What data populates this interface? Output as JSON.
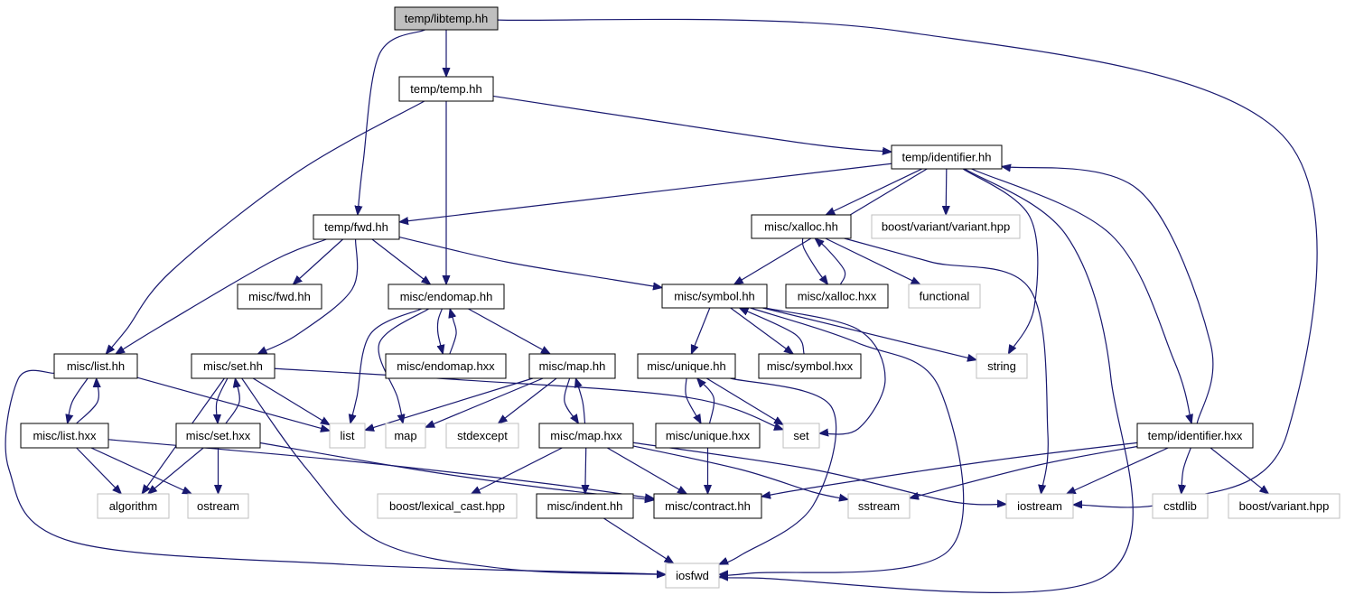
{
  "colors": {
    "edge": "#191970",
    "box_border": "#000000",
    "root_fill": "#bfbfbf",
    "node_fill": "#ffffff",
    "external_border": "#bfbfbf"
  },
  "nodes": [
    {
      "id": "libtemp",
      "label": "temp/libtemp.hh",
      "kind": "root"
    },
    {
      "id": "temp",
      "label": "temp/temp.hh",
      "kind": "file"
    },
    {
      "id": "identifier",
      "label": "temp/identifier.hh",
      "kind": "file"
    },
    {
      "id": "fwd",
      "label": "temp/fwd.hh",
      "kind": "file"
    },
    {
      "id": "xalloc",
      "label": "misc/xalloc.hh",
      "kind": "file"
    },
    {
      "id": "variant",
      "label": "boost/variant/variant.hpp",
      "kind": "external"
    },
    {
      "id": "miscfwd",
      "label": "misc/fwd.hh",
      "kind": "file"
    },
    {
      "id": "endomap",
      "label": "misc/endomap.hh",
      "kind": "file"
    },
    {
      "id": "symbol",
      "label": "misc/symbol.hh",
      "kind": "file"
    },
    {
      "id": "xallochxx",
      "label": "misc/xalloc.hxx",
      "kind": "file"
    },
    {
      "id": "functional",
      "label": "functional",
      "kind": "external"
    },
    {
      "id": "list",
      "label": "misc/list.hh",
      "kind": "file"
    },
    {
      "id": "set",
      "label": "misc/set.hh",
      "kind": "file"
    },
    {
      "id": "endomaphxx",
      "label": "misc/endomap.hxx",
      "kind": "file"
    },
    {
      "id": "map",
      "label": "misc/map.hh",
      "kind": "file"
    },
    {
      "id": "unique",
      "label": "misc/unique.hh",
      "kind": "file"
    },
    {
      "id": "symbolhxx",
      "label": "misc/symbol.hxx",
      "kind": "file"
    },
    {
      "id": "string",
      "label": "string",
      "kind": "external"
    },
    {
      "id": "listhxx",
      "label": "misc/list.hxx",
      "kind": "file"
    },
    {
      "id": "stdlist",
      "label": "list",
      "kind": "external"
    },
    {
      "id": "sethxx",
      "label": "misc/set.hxx",
      "kind": "file"
    },
    {
      "id": "stdmap",
      "label": "map",
      "kind": "external"
    },
    {
      "id": "stdexcept",
      "label": "stdexcept",
      "kind": "external"
    },
    {
      "id": "maphxx",
      "label": "misc/map.hxx",
      "kind": "file"
    },
    {
      "id": "uniquehxx",
      "label": "misc/unique.hxx",
      "kind": "file"
    },
    {
      "id": "stdset",
      "label": "set",
      "kind": "external"
    },
    {
      "id": "identifierhxx",
      "label": "temp/identifier.hxx",
      "kind": "file"
    },
    {
      "id": "algorithm",
      "label": "algorithm",
      "kind": "external"
    },
    {
      "id": "ostream",
      "label": "ostream",
      "kind": "external"
    },
    {
      "id": "lexical",
      "label": "boost/lexical_cast.hpp",
      "kind": "external"
    },
    {
      "id": "indent",
      "label": "misc/indent.hh",
      "kind": "file"
    },
    {
      "id": "contract",
      "label": "misc/contract.hh",
      "kind": "file"
    },
    {
      "id": "sstream",
      "label": "sstream",
      "kind": "external"
    },
    {
      "id": "iostream",
      "label": "iostream",
      "kind": "external"
    },
    {
      "id": "cstdlib",
      "label": "cstdlib",
      "kind": "external"
    },
    {
      "id": "boostvariant",
      "label": "boost/variant.hpp",
      "kind": "external"
    },
    {
      "id": "iosfwd",
      "label": "iosfwd",
      "kind": "external"
    }
  ],
  "edges": [
    [
      "libtemp",
      "temp"
    ],
    [
      "libtemp",
      "fwd"
    ],
    [
      "libtemp",
      "iostream"
    ],
    [
      "temp",
      "identifier"
    ],
    [
      "temp",
      "list"
    ],
    [
      "temp",
      "endomap"
    ],
    [
      "identifier",
      "fwd"
    ],
    [
      "identifier",
      "variant"
    ],
    [
      "identifier",
      "xalloc"
    ],
    [
      "identifier",
      "symbol"
    ],
    [
      "identifier",
      "string"
    ],
    [
      "identifier",
      "identifierhxx"
    ],
    [
      "identifier",
      "iosfwd"
    ],
    [
      "identifierhxx",
      "identifier"
    ],
    [
      "identifierhxx",
      "contract"
    ],
    [
      "identifierhxx",
      "sstream"
    ],
    [
      "identifierhxx",
      "iostream"
    ],
    [
      "identifierhxx",
      "cstdlib"
    ],
    [
      "identifierhxx",
      "boostvariant"
    ],
    [
      "fwd",
      "miscfwd"
    ],
    [
      "fwd",
      "endomap"
    ],
    [
      "fwd",
      "symbol"
    ],
    [
      "fwd",
      "list"
    ],
    [
      "fwd",
      "set"
    ],
    [
      "xalloc",
      "xallochxx"
    ],
    [
      "xallochxx",
      "xalloc"
    ],
    [
      "xalloc",
      "functional"
    ],
    [
      "xalloc",
      "iostream"
    ],
    [
      "endomap",
      "endomaphxx"
    ],
    [
      "endomaphxx",
      "endomap"
    ],
    [
      "endomap",
      "map"
    ],
    [
      "endomap",
      "stdlist"
    ],
    [
      "endomap",
      "stdmap"
    ],
    [
      "symbol",
      "unique"
    ],
    [
      "symbol",
      "symbolhxx"
    ],
    [
      "symbolhxx",
      "symbol"
    ],
    [
      "symbol",
      "string"
    ],
    [
      "symbol",
      "stdset"
    ],
    [
      "symbol",
      "iosfwd"
    ],
    [
      "list",
      "listhxx"
    ],
    [
      "listhxx",
      "list"
    ],
    [
      "list",
      "stdlist"
    ],
    [
      "list",
      "iosfwd"
    ],
    [
      "listhxx",
      "algorithm"
    ],
    [
      "listhxx",
      "ostream"
    ],
    [
      "listhxx",
      "contract"
    ],
    [
      "set",
      "sethxx"
    ],
    [
      "sethxx",
      "set"
    ],
    [
      "set",
      "stdlist"
    ],
    [
      "set",
      "stdset"
    ],
    [
      "set",
      "algorithm"
    ],
    [
      "set",
      "iosfwd"
    ],
    [
      "sethxx",
      "ostream"
    ],
    [
      "sethxx",
      "algorithm"
    ],
    [
      "sethxx",
      "contract"
    ],
    [
      "map",
      "maphxx"
    ],
    [
      "maphxx",
      "map"
    ],
    [
      "map",
      "stdlist"
    ],
    [
      "map",
      "stdmap"
    ],
    [
      "map",
      "stdexcept"
    ],
    [
      "maphxx",
      "lexical"
    ],
    [
      "maphxx",
      "indent"
    ],
    [
      "maphxx",
      "contract"
    ],
    [
      "maphxx",
      "sstream"
    ],
    [
      "maphxx",
      "iostream"
    ],
    [
      "unique",
      "uniquehxx"
    ],
    [
      "uniquehxx",
      "unique"
    ],
    [
      "unique",
      "stdset"
    ],
    [
      "unique",
      "iosfwd"
    ],
    [
      "uniquehxx",
      "contract"
    ],
    [
      "indent",
      "iosfwd"
    ]
  ]
}
